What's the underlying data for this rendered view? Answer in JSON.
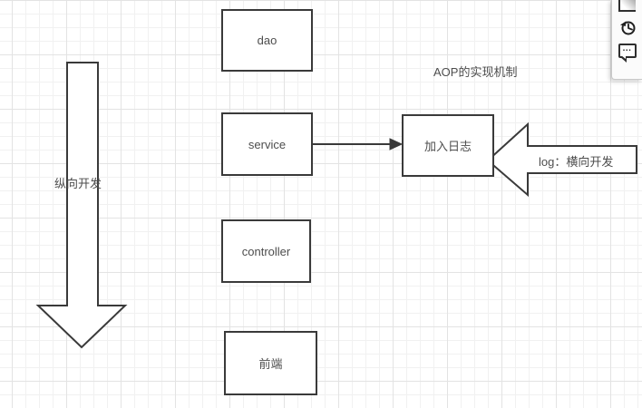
{
  "diagram": {
    "title": "AOP的实现机制",
    "nodes": [
      {
        "label": "dao"
      },
      {
        "label": "service"
      },
      {
        "label": "controller"
      },
      {
        "label": "前端"
      },
      {
        "label": "加入日志"
      }
    ],
    "arrows": {
      "vertical_label": "纵向开发",
      "log_label": "log：横向开发"
    }
  },
  "side_panel": {
    "comment_dots": "..."
  },
  "colors": {
    "shape_border": "#3a3a3a",
    "shape_fill": "#ffffff",
    "text": "#4d4d4d",
    "grid_minor": "#f1f1f1",
    "grid_major": "#e3e3e3",
    "canvas_bg": "#ffffff",
    "panel_bg": "#fbfbfb"
  }
}
